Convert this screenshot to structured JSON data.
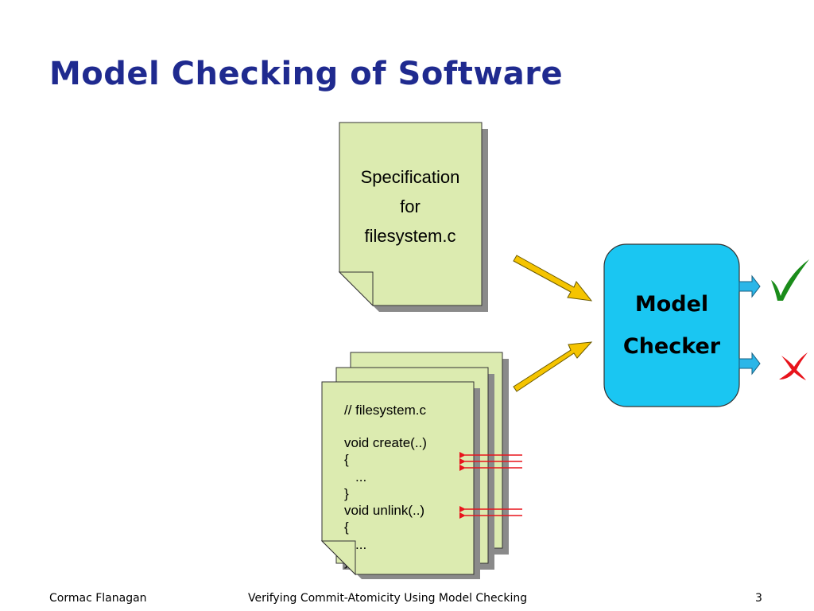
{
  "slide": {
    "title": "Model Checking of Software"
  },
  "specification_doc": {
    "lines": [
      "Specification",
      "for",
      "filesystem.c"
    ]
  },
  "code_doc": {
    "lines": [
      "// filesystem.c",
      "",
      "void create(..)",
      "{",
      "  ...",
      "}",
      "void unlink(..)",
      "{",
      "  ...",
      "}"
    ]
  },
  "model_checker": {
    "line1": "Model",
    "line2": "Checker"
  },
  "results": {
    "pass_icon": "check-icon",
    "fail_icon": "cross-icon"
  },
  "colors": {
    "title": "#1f2a8f",
    "document_fill": "#dcebb0",
    "checker_fill": "#1ac6f2",
    "input_arrow": "#f5c400",
    "output_arrow": "#2bb6e8",
    "check": "#1a8c1a",
    "cross": "#e8141c",
    "thread_arrows": "#e8141c"
  },
  "footer": {
    "author": "Cormac Flanagan",
    "talk_title": "Verifying Commit-Atomicity Using Model Checking",
    "page_number": "3"
  }
}
